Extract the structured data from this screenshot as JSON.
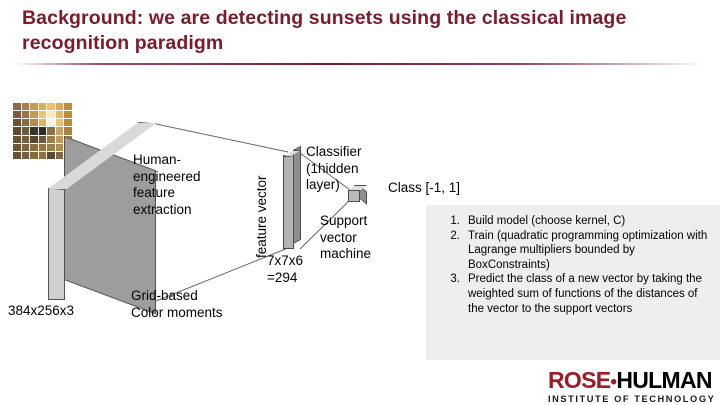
{
  "slide": {
    "title": "Background: we are detecting sunsets using the classical image recognition paradigm",
    "title_color": "#7B1B2B"
  },
  "diagram": {
    "input_thumbnail": {
      "name": "sunset-image-grid",
      "grid": "7x7"
    },
    "input_dims_label": "384x256x3",
    "feature_extraction_label": "Human-\nengineered\nfeature\nextraction",
    "feature_method_label": "Grid-based\nColor moments",
    "feature_vector_axis_label": "feature vector",
    "feature_vector_dims_label": "7x7x6\n=294",
    "classifier_label": "Classifier\n(1hidden\nlayer)",
    "svm_label": "Support\nvector\nmachine",
    "output_label": "Class [-1, 1]"
  },
  "steps_panel": {
    "background_color": "#eeeeee",
    "items": [
      {
        "num": "1.",
        "text": "Build model (choose kernel, C)"
      },
      {
        "num": "2.",
        "text": "Train (quadratic programming optimization with Lagrange multipliers bounded by BoxConstraints)"
      },
      {
        "num": "3.",
        "text": "Predict the class of a new vector by taking the weighted sum of functions of the distances of the vector to the support vectors"
      }
    ]
  },
  "logo": {
    "word_primary": "ROSE",
    "separator": "•",
    "word_secondary": "HULMAN",
    "subtitle": "INSTITUTE OF TECHNOLOGY",
    "primary_color": "#9B1B26"
  }
}
